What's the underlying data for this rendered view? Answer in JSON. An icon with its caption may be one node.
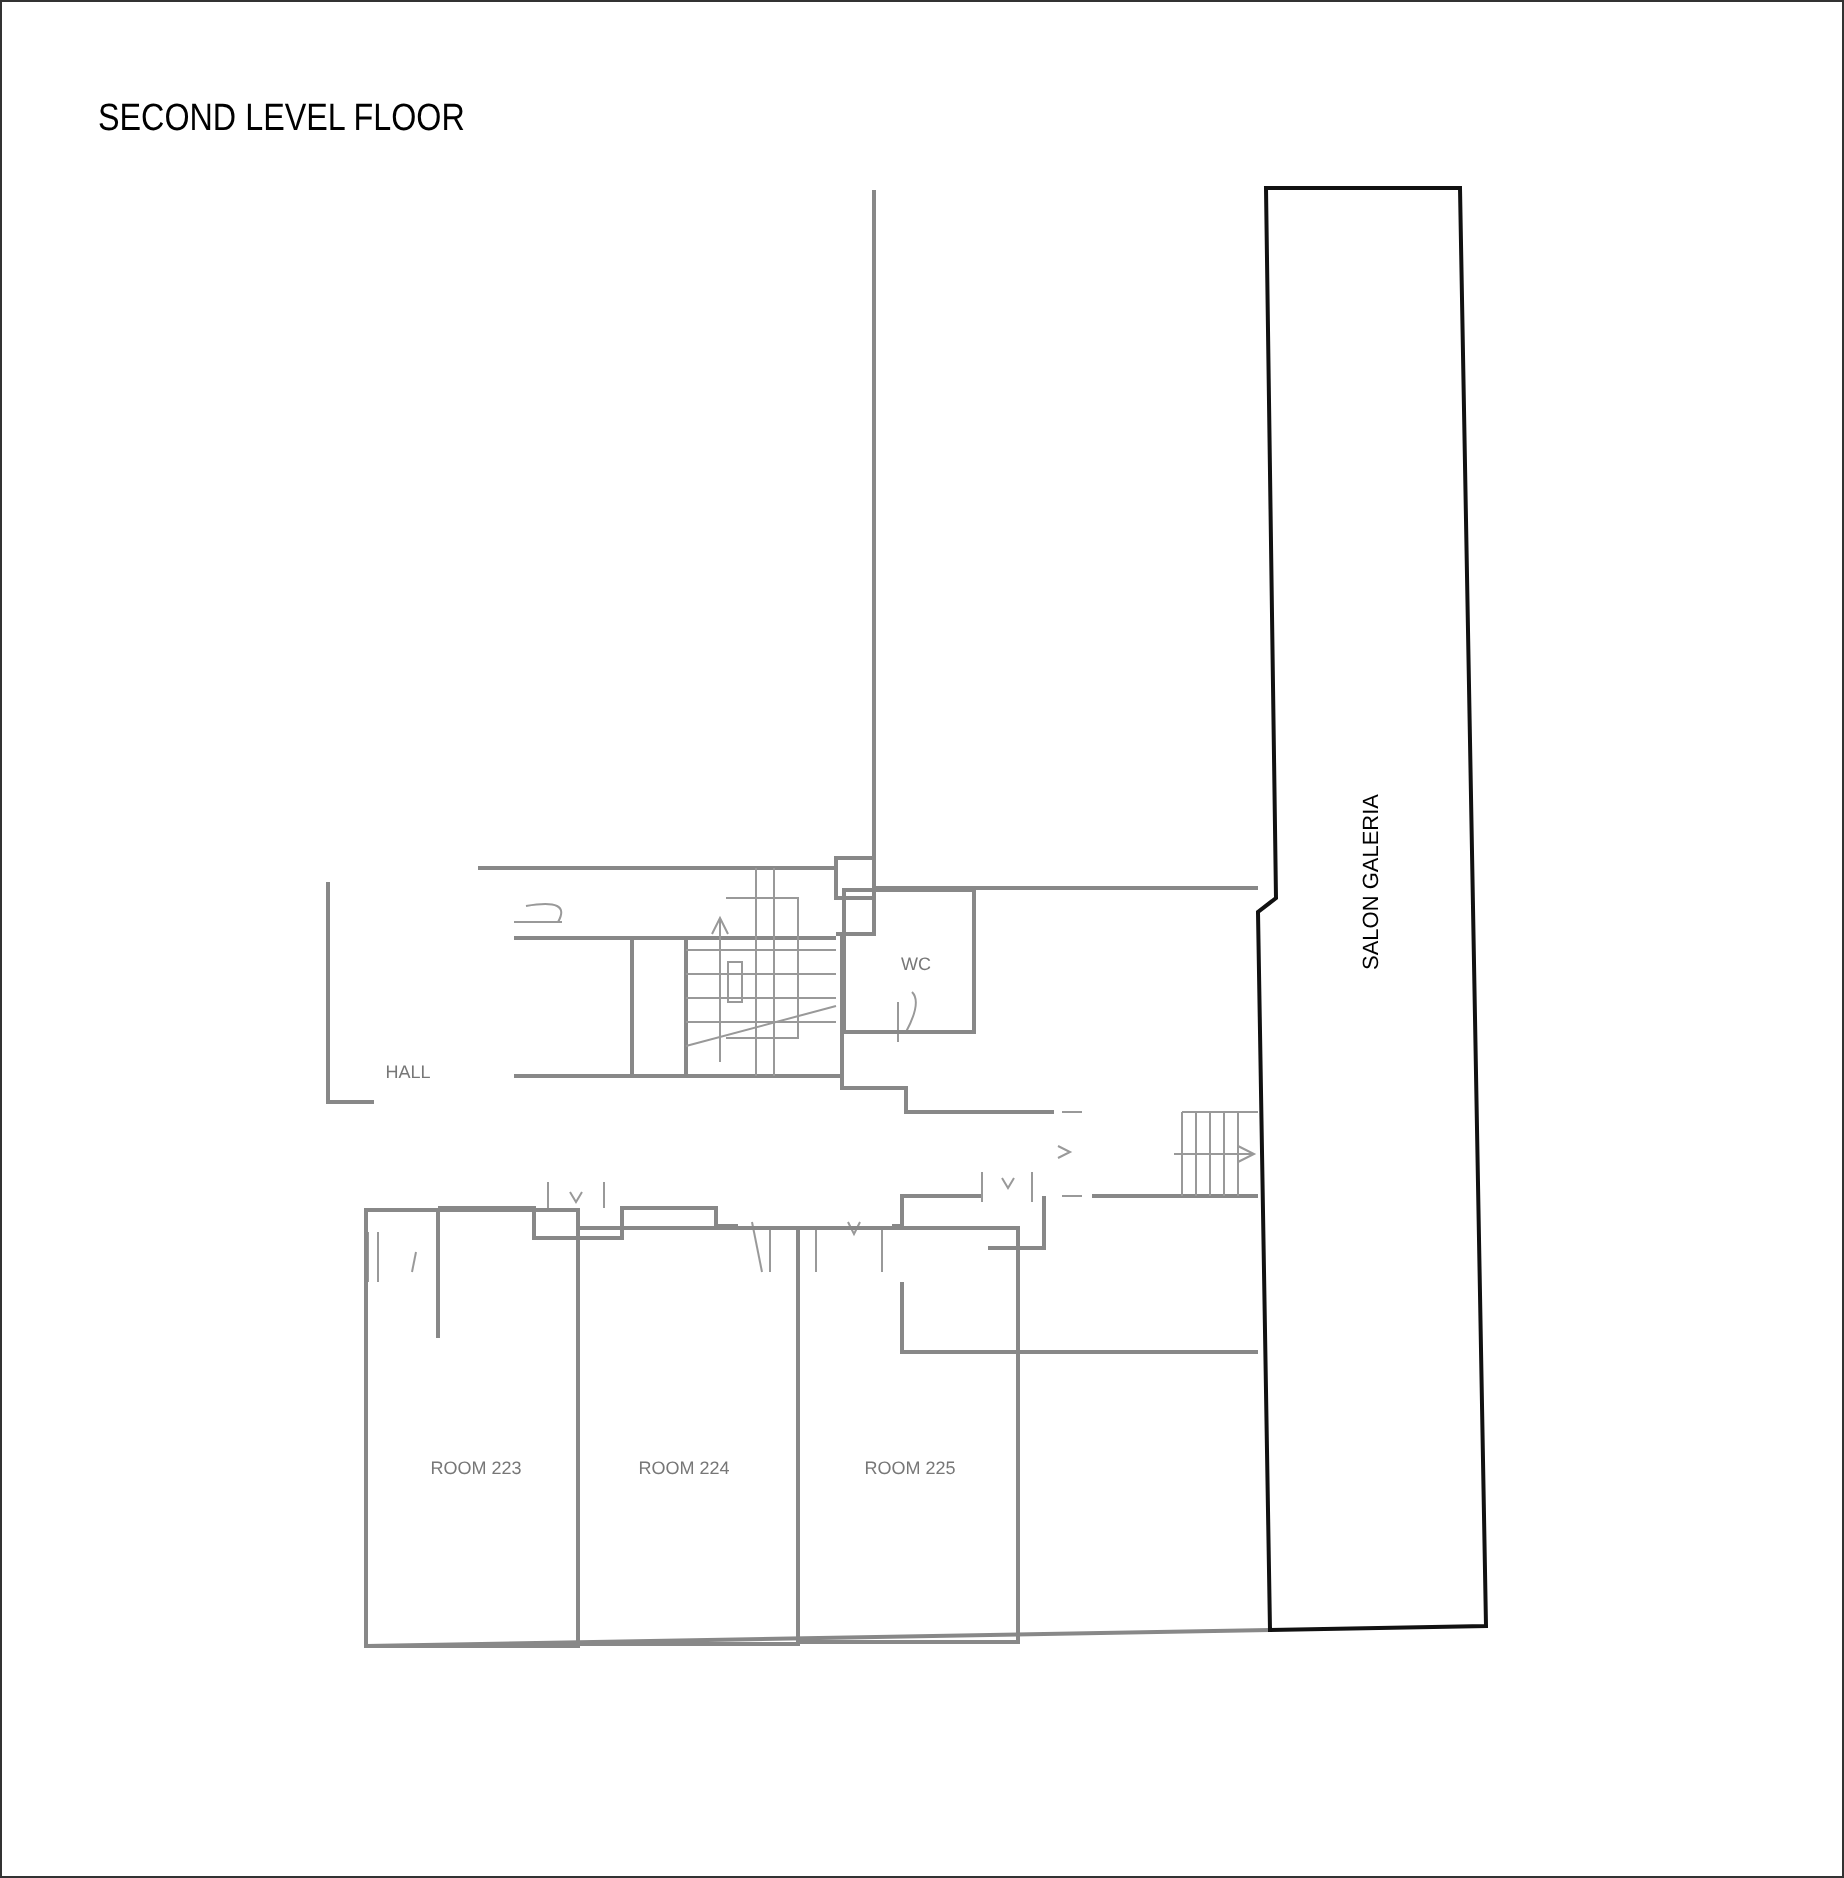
{
  "diagram": {
    "title": "SECOND LEVEL FLOOR",
    "nodes": [
      {
        "text": [
          "HALL"
        ]
      },
      {
        "text": [
          "WC"
        ]
      },
      {
        "text": [
          "SALON GALERIA"
        ]
      },
      {
        "text": [
          "ROOM 223"
        ]
      },
      {
        "text": [
          "ROOM 224"
        ]
      },
      {
        "text": [
          "ROOM 225"
        ]
      }
    ]
  }
}
